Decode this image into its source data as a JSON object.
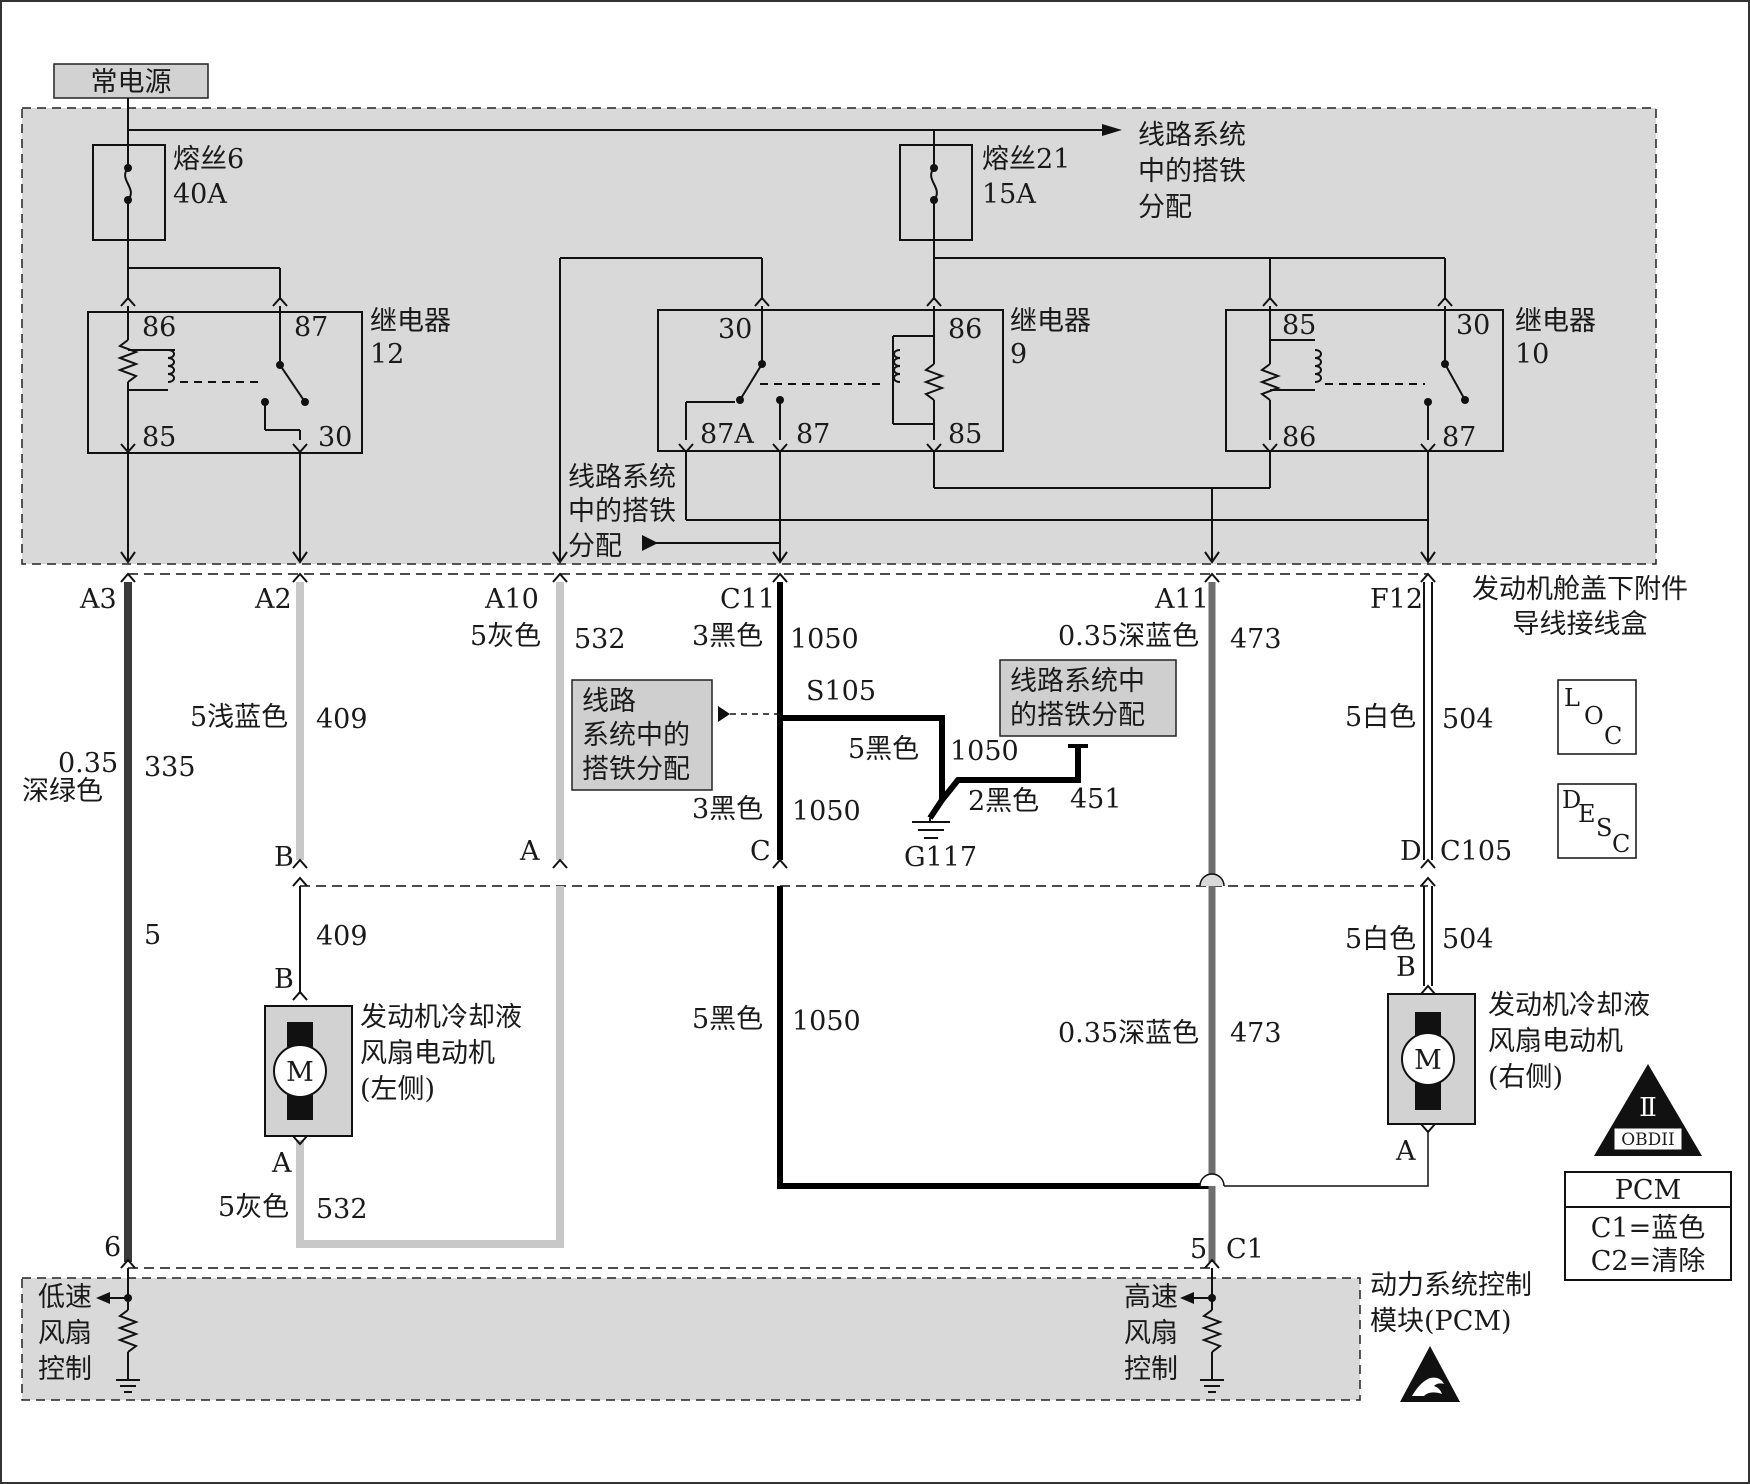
{
  "power_source": "常电源",
  "fuses": {
    "f6": {
      "name": "熔丝6",
      "rating": "40A"
    },
    "f21": {
      "name": "熔丝21",
      "rating": "15A"
    }
  },
  "ground_dist_top": [
    "线路系统",
    "中的搭铁",
    "分配"
  ],
  "ground_dist_mid": [
    "线路系统",
    "中的搭铁",
    "分配"
  ],
  "ground_dist_box1": [
    "线路",
    "系统中的",
    "搭铁分配"
  ],
  "ground_dist_box2": [
    "线路系统中",
    "的搭铁分配"
  ],
  "relay_label": "继电器",
  "relays": {
    "r12": {
      "num": "12",
      "pins": {
        "p86": "86",
        "p87": "87",
        "p85": "85",
        "p30": "30"
      }
    },
    "r9": {
      "num": "9",
      "pins": {
        "p30": "30",
        "p86": "86",
        "p87a": "87A",
        "p87": "87",
        "p85": "85"
      }
    },
    "r10": {
      "num": "10",
      "pins": {
        "p85": "85",
        "p30": "30",
        "p86": "86",
        "p87": "87"
      }
    }
  },
  "junction_box": [
    "发动机舱盖下附件",
    "导线接线盒"
  ],
  "connectors": {
    "a3": "A3",
    "a2": "A2",
    "a10": "A10",
    "c11": "C11",
    "a11": "A11",
    "f12": "F12",
    "b": "B",
    "a": "A",
    "c": "C",
    "d": "D",
    "c105": "C105",
    "motor_left_b": "B",
    "motor_left_a": "A",
    "motor_right_b": "B",
    "motor_right_a": "A",
    "pcm_6": "6",
    "pcm_5": "5",
    "pcm_c1": "C1"
  },
  "wires": {
    "w335_color_1": "0.35",
    "w335_color_2": "深绿色",
    "w335_num": "335",
    "w335_pin": "5",
    "w409_color": "5浅蓝色",
    "w409_num": "409",
    "w409_num_lower": "409",
    "w532_color": "5灰色",
    "w532_num": "532",
    "w532_color_lower": "5灰色",
    "w532_num_lower": "532",
    "w1050_color_top": "3黑色",
    "w1050_num_top": "1050",
    "w1050_color_mid": "3黑色",
    "w1050_num_mid": "1050",
    "w1050_color_diag": "5黑色",
    "w1050_num_diag": "1050",
    "w1050_color_low": "5黑色",
    "w1050_num_low": "1050",
    "w451_color": "2黑色",
    "w451_num": "451",
    "w473_color_top": "0.35深蓝色",
    "w473_num_top": "473",
    "w473_color_low": "0.35深蓝色",
    "w473_num_low": "473",
    "w504_color_top": "5白色",
    "w504_num_top": "504",
    "w504_color_low": "5白色",
    "w504_num_low": "504"
  },
  "splice": "S105",
  "ground_label": "G117",
  "motor_left": [
    "发动机冷却液",
    "风扇电动机",
    "(左侧)"
  ],
  "motor_right": [
    "发动机冷却液",
    "风扇电动机",
    "(右侧)"
  ],
  "motor_symbol": "M",
  "loc_letters": [
    "L",
    "O",
    "C"
  ],
  "desc_letters": [
    "D",
    "E",
    "S",
    "C"
  ],
  "obd_text": "OBDII",
  "pcm_legend": {
    "title": "PCM",
    "c1": "C1=蓝色",
    "c2": "C2=清除"
  },
  "pcm_name": [
    "动力系统控制",
    "模块(PCM)"
  ],
  "low_speed": [
    "低速",
    "风扇",
    "控制"
  ],
  "high_speed": [
    "高速",
    "风扇",
    "控制"
  ],
  "colors": {
    "gray_zone": "#d9d9d9",
    "wire_dark_green": "#3a3a3a",
    "wire_light_blue": "#c8c8c8",
    "wire_black": "#000000",
    "wire_dark_blue": "#6e6e6e",
    "label_box": "#cfcfcf"
  }
}
